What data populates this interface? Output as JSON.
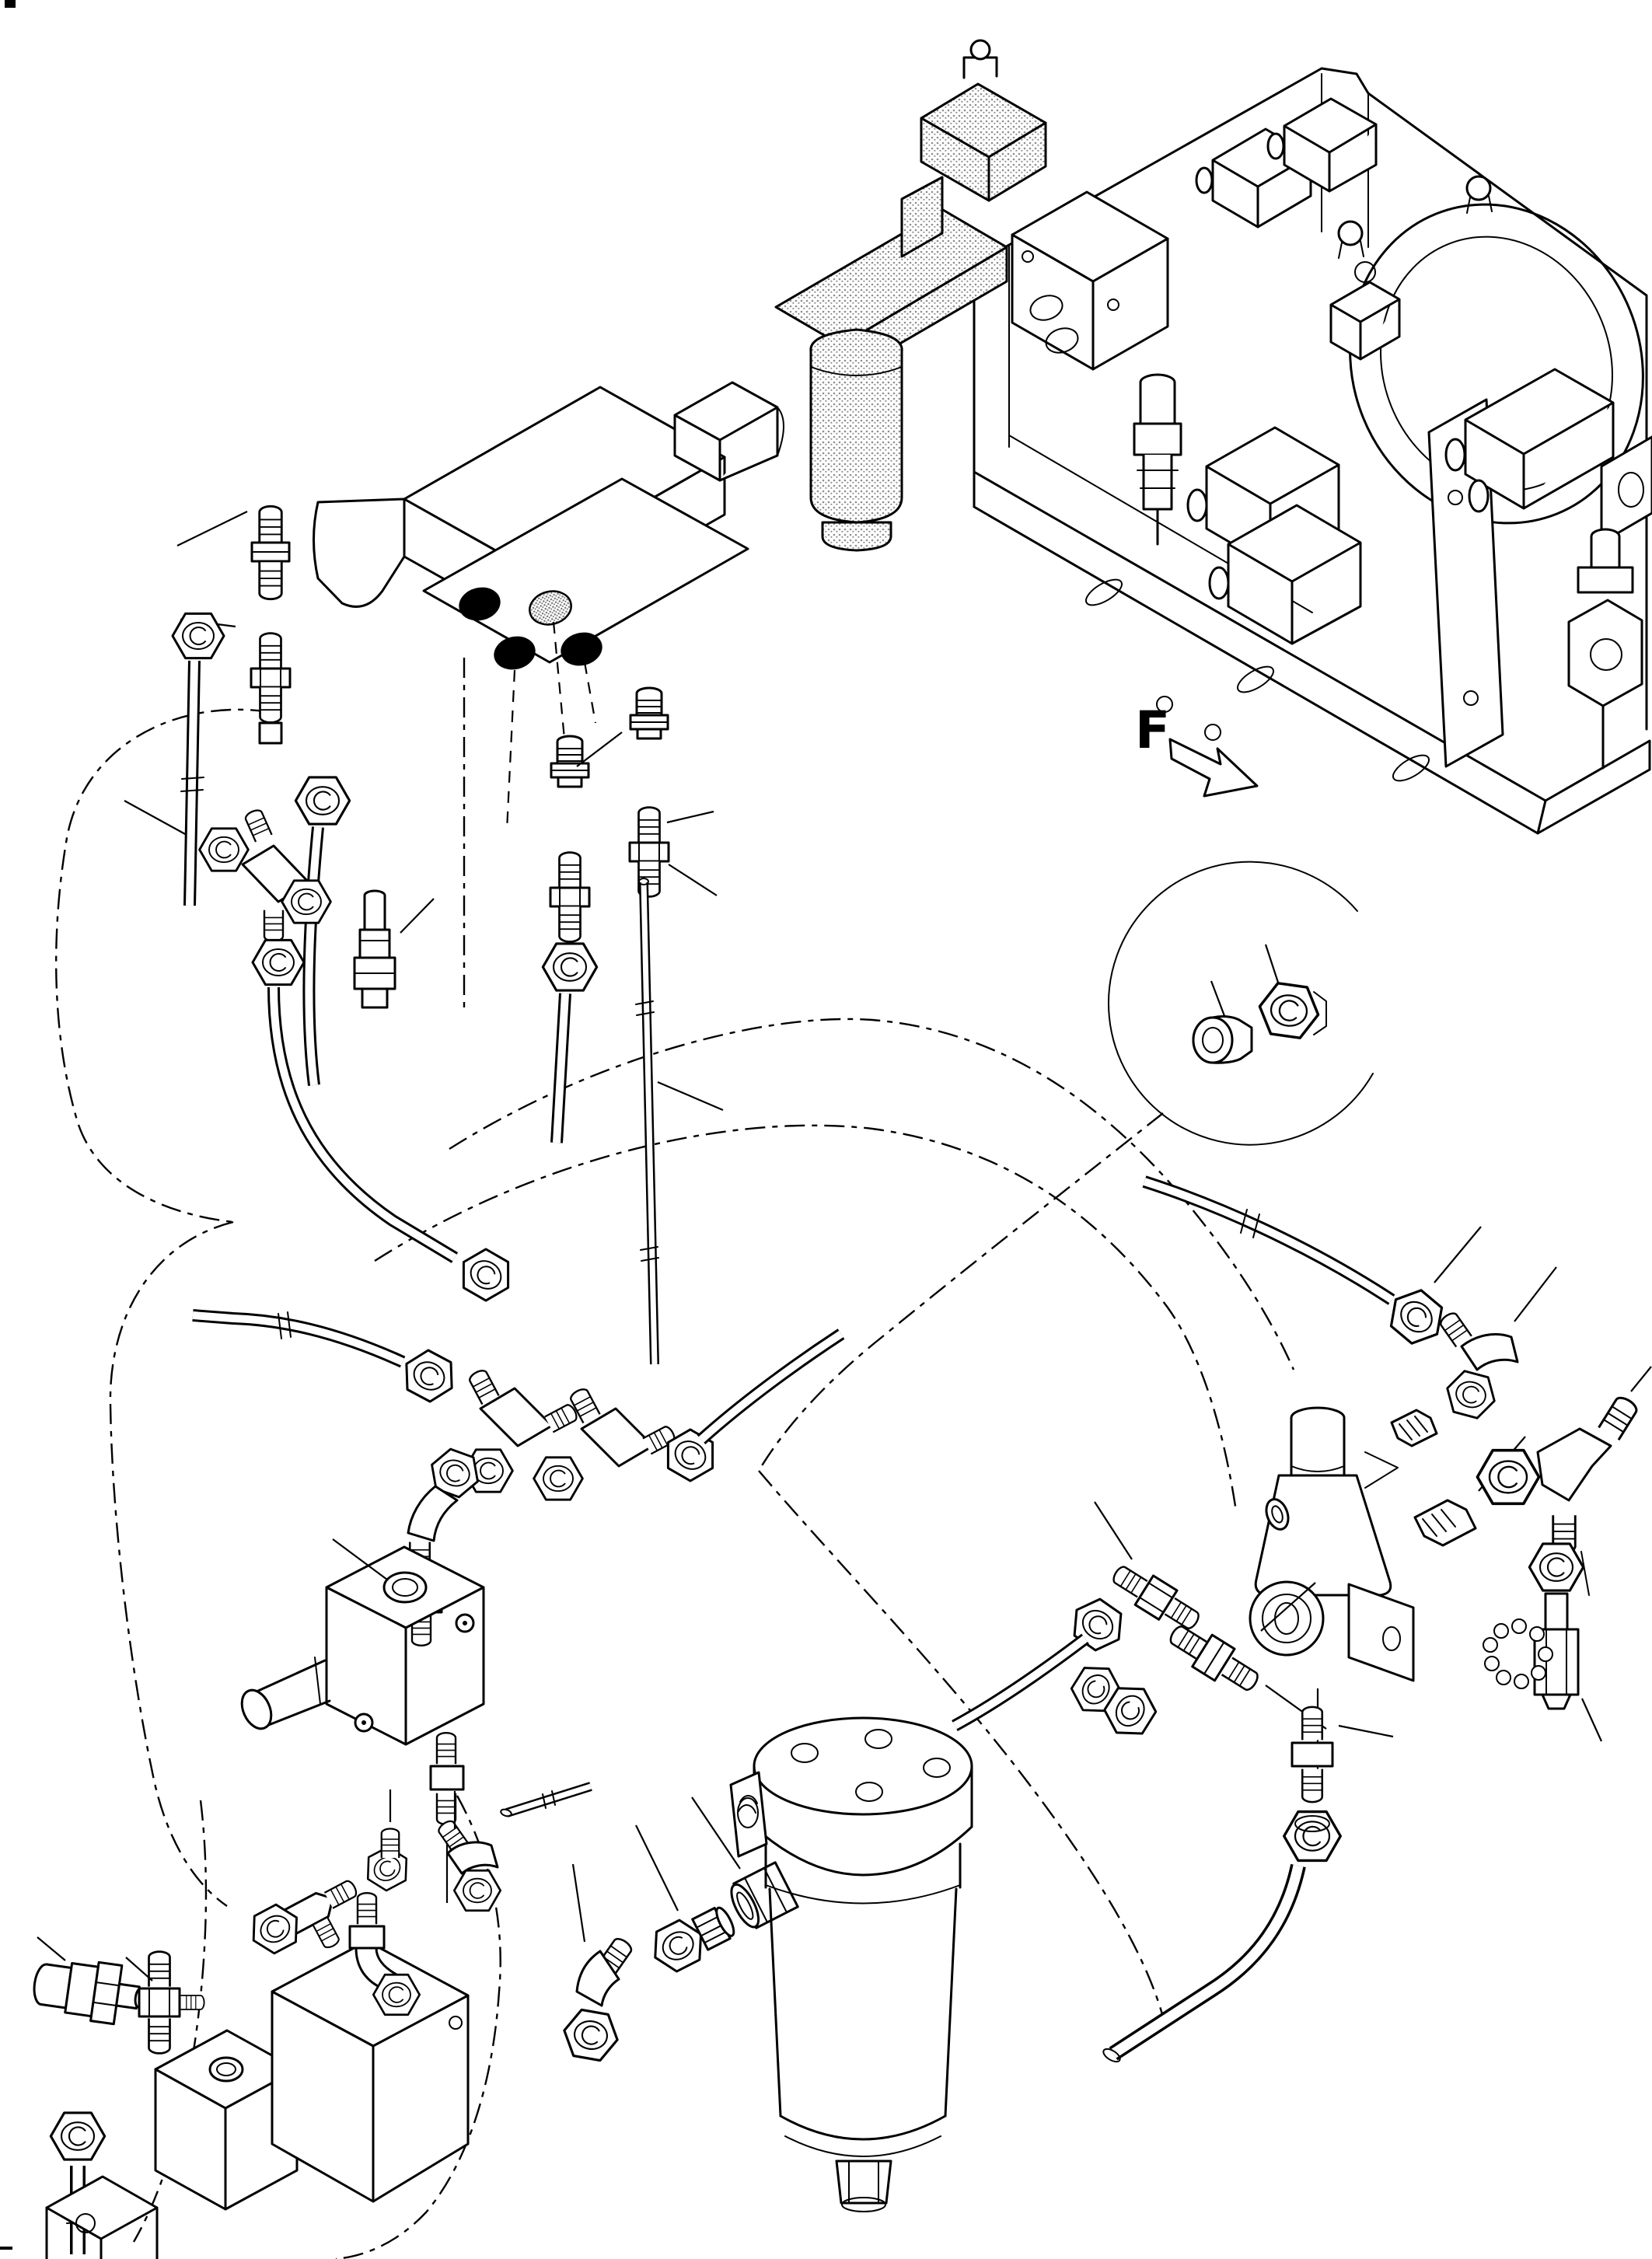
{
  "diagram": {
    "view_label": "F",
    "background_color": "#ffffff",
    "line_color": "#000000",
    "shade_style": "halftone-stipple",
    "port_colors": {
      "plugged": "#000000",
      "shaded": "#9a9a9a"
    },
    "assemblies": [
      {
        "id": "pump-valve-stand-assembly",
        "name": "pump and solenoid valve stand (reference view F)"
      },
      {
        "id": "pilot-valve-assembly",
        "name": "pilot solenoid valve block with three plugged ports and one shaded port"
      },
      {
        "id": "fitting-column-left",
        "name": "nipple, connector and hose fittings below valve block (left column)"
      },
      {
        "id": "fitting-column-center",
        "name": "plugs, connectors, hose and steel tube below valve block (center column)"
      },
      {
        "id": "tee-fitting-upper-left",
        "name": "tee fitting with sleeve nuts"
      },
      {
        "id": "cartridge-valve-small",
        "name": "small cartridge valve"
      },
      {
        "id": "hose-cluster-middle",
        "name": "hoses, tee fittings and elbow in mid section"
      },
      {
        "id": "check-valve-block",
        "name": "check valve block with side plug and connectors"
      },
      {
        "id": "detail-circle",
        "name": "detail circle with plug and cap nut"
      },
      {
        "id": "return-filter-assembly",
        "name": "return filter with elbow, connector and ring nut"
      },
      {
        "id": "relief-valve-cluster",
        "name": "relief valve with nipples, elbow, tee and test coupler with chained cap"
      },
      {
        "id": "union-fitting-cluster",
        "name": "hose, connector, union and nipples left of relief valve"
      },
      {
        "id": "elbow-hose-bottom-right",
        "name": "bent elbow pipe with cap nut and nipple"
      },
      {
        "id": "manifold-block-bottom-left",
        "name": "manifold blocks with tee and elbow fittings (bottom left)"
      },
      {
        "id": "phantom-routing-lines",
        "name": "phantom chain lines showing piping routes"
      }
    ]
  }
}
